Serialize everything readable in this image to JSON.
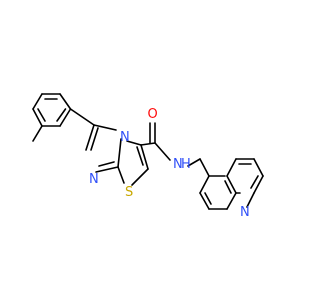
{
  "atoms": {
    "o_carbonyl": {
      "symbol": "O",
      "color": "#ff0d0d"
    },
    "n_imidazole_ring": {
      "symbol": "N",
      "color": "#3050f8"
    },
    "n_imidazole_fused": {
      "symbol": "N",
      "color": "#3050f8"
    },
    "s_thiazole": {
      "symbol": "S",
      "color": "#c8a800"
    },
    "n_amide_group": {
      "symbol": "N",
      "color": "#3050f8"
    },
    "h_amide_group": {
      "symbol": "H",
      "color": "#3050f8"
    },
    "n_quinoline": {
      "symbol": "N",
      "color": "#3050f8"
    }
  }
}
